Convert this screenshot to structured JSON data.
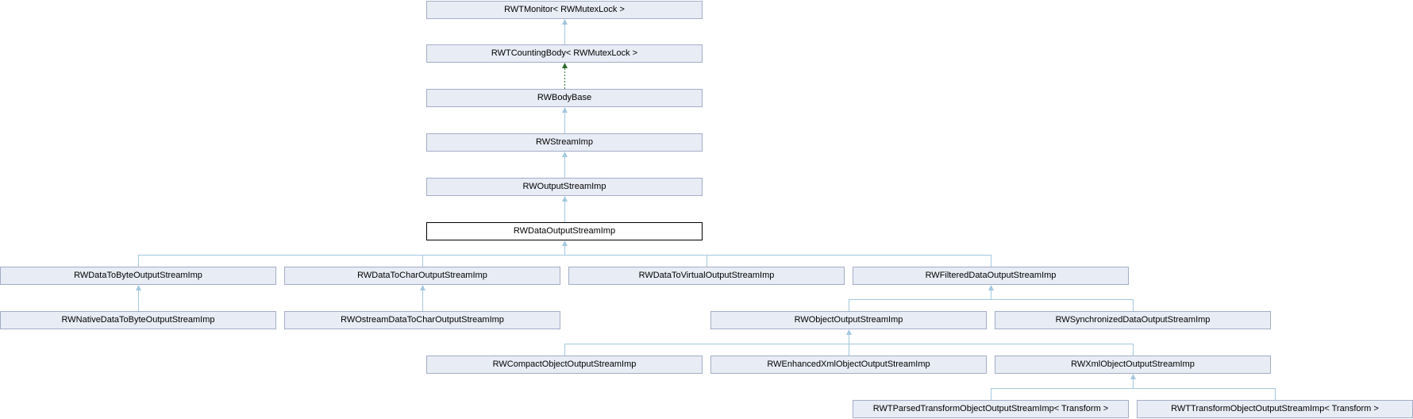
{
  "diagram": {
    "type": "class-inheritance-graph",
    "colors": {
      "node_fill": "#e8ecf5",
      "node_border": "#a3adc6",
      "current_fill": "#ffffff",
      "current_border": "#000000",
      "edge_inheritance": "#a3c8e0",
      "edge_template": "#2e6b2e"
    },
    "nodes": {
      "monitor": "RWTMonitor< RWMutexLock >",
      "counting_body": "RWTCountingBody< RWMutexLock >",
      "body_base": "RWBodyBase",
      "stream_imp": "RWStreamImp",
      "output_stream_imp": "RWOutputStreamImp",
      "data_output_stream_imp": "RWDataOutputStreamImp",
      "data_to_byte": "RWDataToByteOutputStreamImp",
      "data_to_char": "RWDataToCharOutputStreamImp",
      "data_to_virtual": "RWDataToVirtualOutputStreamImp",
      "filtered_data": "RWFilteredDataOutputStreamImp",
      "native_data_to_byte": "RWNativeDataToByteOutputStreamImp",
      "ostream_data_to_char": "RWOstreamDataToCharOutputStreamImp",
      "object_output": "RWObjectOutputStreamImp",
      "synchronized_data": "RWSynchronizedDataOutputStreamImp",
      "compact_object": "RWCompactObjectOutputStreamImp",
      "enhanced_xml_object": "RWEnhancedXmlObjectOutputStreamImp",
      "xml_object": "RWXmlObjectOutputStreamImp",
      "parsed_transform": "RWTParsedTransformObjectOutputStreamImp< Transform >",
      "transform_object": "RWTTransformObjectOutputStreamImp< Transform >"
    },
    "edges": [
      {
        "from": "counting_body",
        "to": "monitor",
        "kind": "inheritance"
      },
      {
        "from": "body_base",
        "to": "counting_body",
        "kind": "template"
      },
      {
        "from": "stream_imp",
        "to": "body_base",
        "kind": "inheritance"
      },
      {
        "from": "output_stream_imp",
        "to": "stream_imp",
        "kind": "inheritance"
      },
      {
        "from": "data_output_stream_imp",
        "to": "output_stream_imp",
        "kind": "inheritance"
      },
      {
        "from": "data_to_byte",
        "to": "data_output_stream_imp",
        "kind": "inheritance"
      },
      {
        "from": "data_to_char",
        "to": "data_output_stream_imp",
        "kind": "inheritance"
      },
      {
        "from": "data_to_virtual",
        "to": "data_output_stream_imp",
        "kind": "inheritance"
      },
      {
        "from": "filtered_data",
        "to": "data_output_stream_imp",
        "kind": "inheritance"
      },
      {
        "from": "native_data_to_byte",
        "to": "data_to_byte",
        "kind": "inheritance"
      },
      {
        "from": "ostream_data_to_char",
        "to": "data_to_char",
        "kind": "inheritance"
      },
      {
        "from": "object_output",
        "to": "filtered_data",
        "kind": "inheritance"
      },
      {
        "from": "synchronized_data",
        "to": "filtered_data",
        "kind": "inheritance"
      },
      {
        "from": "compact_object",
        "to": "object_output",
        "kind": "inheritance"
      },
      {
        "from": "enhanced_xml_object",
        "to": "object_output",
        "kind": "inheritance"
      },
      {
        "from": "xml_object",
        "to": "object_output",
        "kind": "inheritance"
      },
      {
        "from": "parsed_transform",
        "to": "xml_object",
        "kind": "inheritance"
      },
      {
        "from": "transform_object",
        "to": "xml_object",
        "kind": "inheritance"
      }
    ]
  }
}
